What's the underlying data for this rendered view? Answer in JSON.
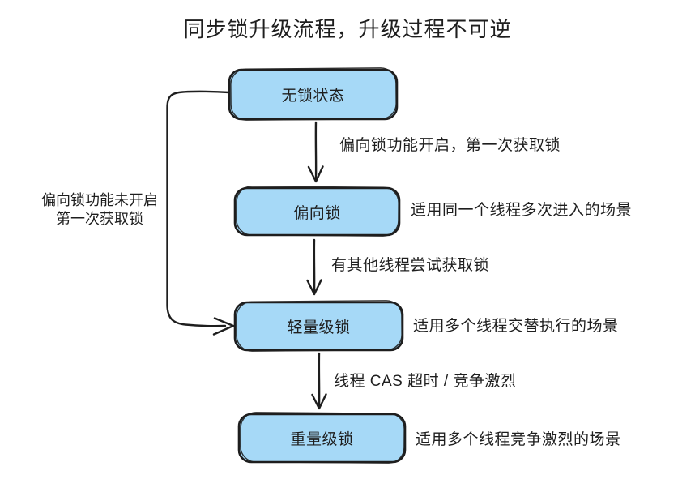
{
  "title": "同步锁升级流程，升级过程不可逆",
  "colors": {
    "node_fill": "#a6d9f7",
    "stroke": "#1e1e1e",
    "text": "#1e1e1e",
    "background": "#ffffff"
  },
  "nodes": [
    {
      "id": "lock-free",
      "label": "无锁状态"
    },
    {
      "id": "biased",
      "label": "偏向锁",
      "note": "适用同一个线程多次进入的场景"
    },
    {
      "id": "lightweight",
      "label": "轻量级锁",
      "note": "适用多个线程交替执行的场景"
    },
    {
      "id": "heavyweight",
      "label": "重量级锁",
      "note": "适用多个线程竞争激烈的场景"
    }
  ],
  "edges": [
    {
      "from": "lock-free",
      "to": "biased",
      "label": "偏向锁功能开启，第一次获取锁"
    },
    {
      "from": "biased",
      "to": "lightweight",
      "label": "有其他线程尝试获取锁"
    },
    {
      "from": "lightweight",
      "to": "heavyweight",
      "label": "线程 CAS 超时 / 竞争激烈"
    },
    {
      "from": "lock-free",
      "to": "lightweight",
      "label_lines": [
        "偏向锁功能未开启",
        "第一次获取锁"
      ]
    }
  ]
}
